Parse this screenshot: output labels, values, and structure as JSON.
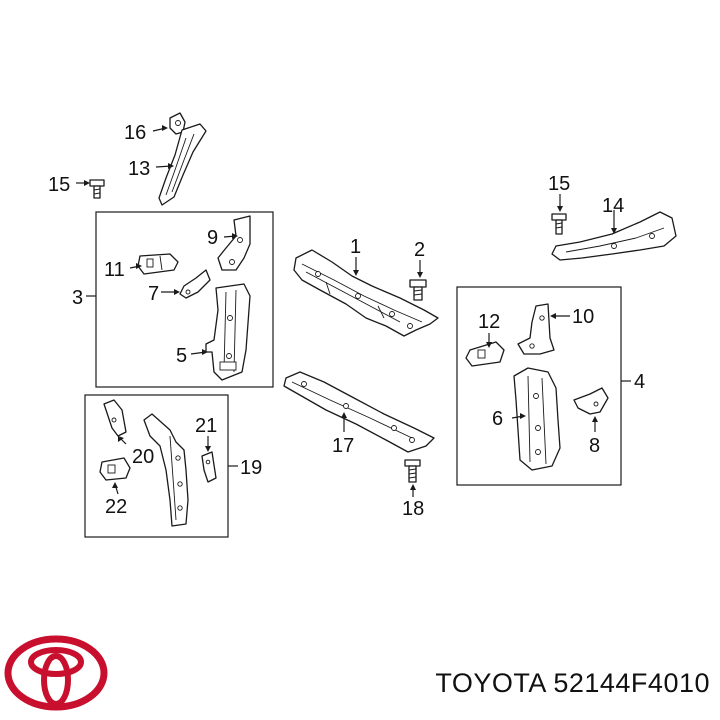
{
  "callouts": {
    "c1": "1",
    "c2": "2",
    "c3": "3",
    "c4": "4",
    "c5": "5",
    "c6": "6",
    "c7": "7",
    "c8": "8",
    "c9": "9",
    "c10": "10",
    "c11": "11",
    "c12": "12",
    "c13": "13",
    "c14": "14",
    "c15a": "15",
    "c15b": "15",
    "c16": "16",
    "c17": "17",
    "c18": "18",
    "c19": "19",
    "c20": "20",
    "c21": "21",
    "c22": "22"
  },
  "caption": "TOYOTA 52144F4010",
  "colors": {
    "logo": "#c8102e",
    "ink": "#1a1a1a"
  },
  "logo_icon": "toyota-logo-icon"
}
